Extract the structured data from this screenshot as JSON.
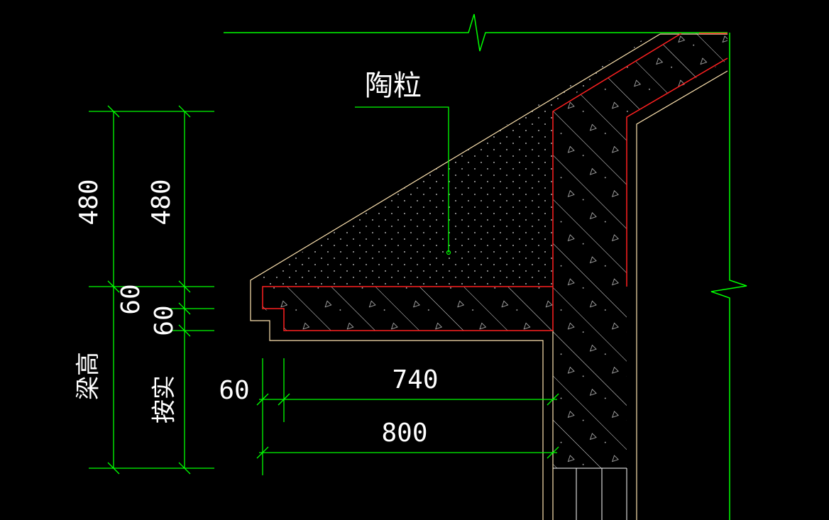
{
  "drawing": {
    "material_label": "陶粒",
    "dimensions": {
      "left_480": "480",
      "right_480": "480",
      "upper_60": "60",
      "lower_60": "60",
      "left_60": "60",
      "d740": "740",
      "d800": "800"
    },
    "labels": {
      "beam_height": "梁高",
      "as_built": "按实"
    },
    "colors": {
      "background": "#000000",
      "dimension": "#00ff00",
      "outline": "#ffe4b0",
      "concrete_boundary": "#ff0000",
      "hatch": "#ffffff",
      "text": "#ffffff"
    }
  }
}
